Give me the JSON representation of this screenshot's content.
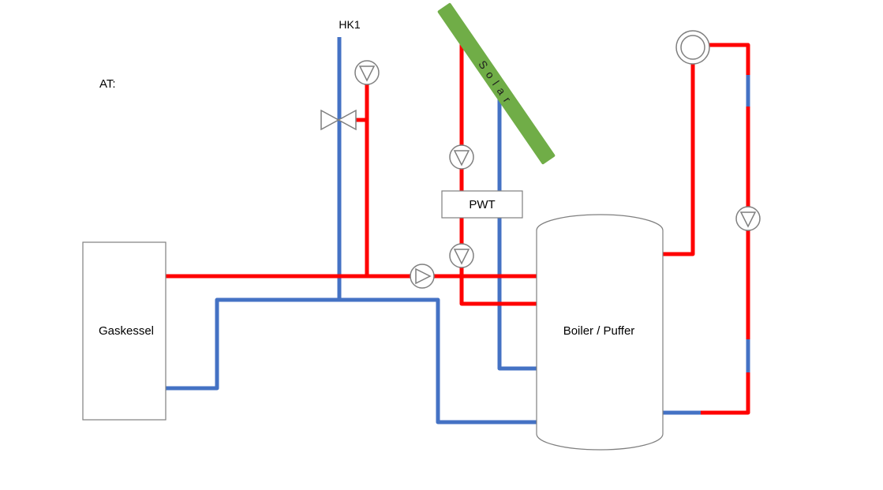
{
  "diagram": {
    "labels": {
      "hk1": "HK1",
      "at": "AT:",
      "solar": "Solar",
      "pwt": "PWT",
      "gaskessel": "Gaskessel",
      "boiler_puffer": "Boiler / Puffer"
    },
    "colors": {
      "pipe_hot": "#FF0000",
      "pipe_cold": "#4472C4",
      "solar_panel": "#70AD47",
      "outline": "#7F7F7F",
      "text": "#000000",
      "background": "#FFFFFF"
    },
    "icons": {
      "pump": "circle-with-triangle",
      "mixing_valve": "bowtie-triangles",
      "expansion_vessel": "double-circle"
    }
  }
}
